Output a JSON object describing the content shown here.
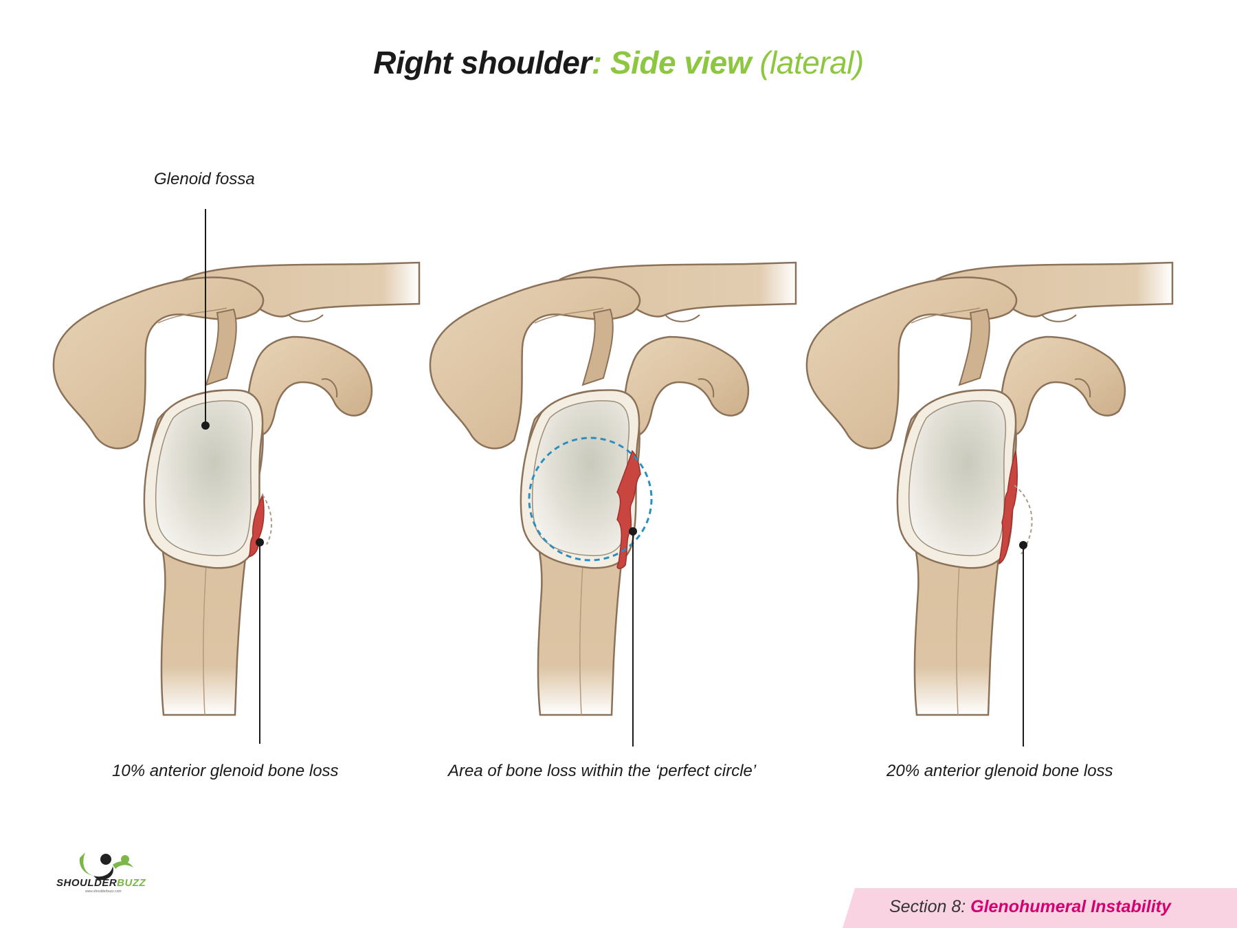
{
  "header": {
    "title_part1": "Right shoulder",
    "title_colon": ":",
    "title_part2": "Side view",
    "title_part3": "(lateral)"
  },
  "labels": {
    "glenoid_fossa": "Glenoid fossa",
    "panel1_caption": "10% anterior glenoid bone loss",
    "panel2_caption": "Area of bone loss within the ‘perfect circle’",
    "panel3_caption": "20% anterior glenoid bone loss"
  },
  "branding": {
    "logo_part1": "SHOULDER",
    "logo_part2": "BUZZ",
    "logo_url": "www.shoulderbuzz.com"
  },
  "footer": {
    "section_prefix": "Section 8:",
    "section_name": "Glenohumeral Instability"
  },
  "colors": {
    "bone": "#dcc3a3",
    "bone_outline": "#8a7158",
    "glenoid": "#ece9df",
    "bone_loss": "#c8463f",
    "perfect_circle": "#2a8fbf",
    "title_green": "#8dc63f",
    "section_pink": "#d4006f",
    "section_band": "#fad3e3"
  }
}
